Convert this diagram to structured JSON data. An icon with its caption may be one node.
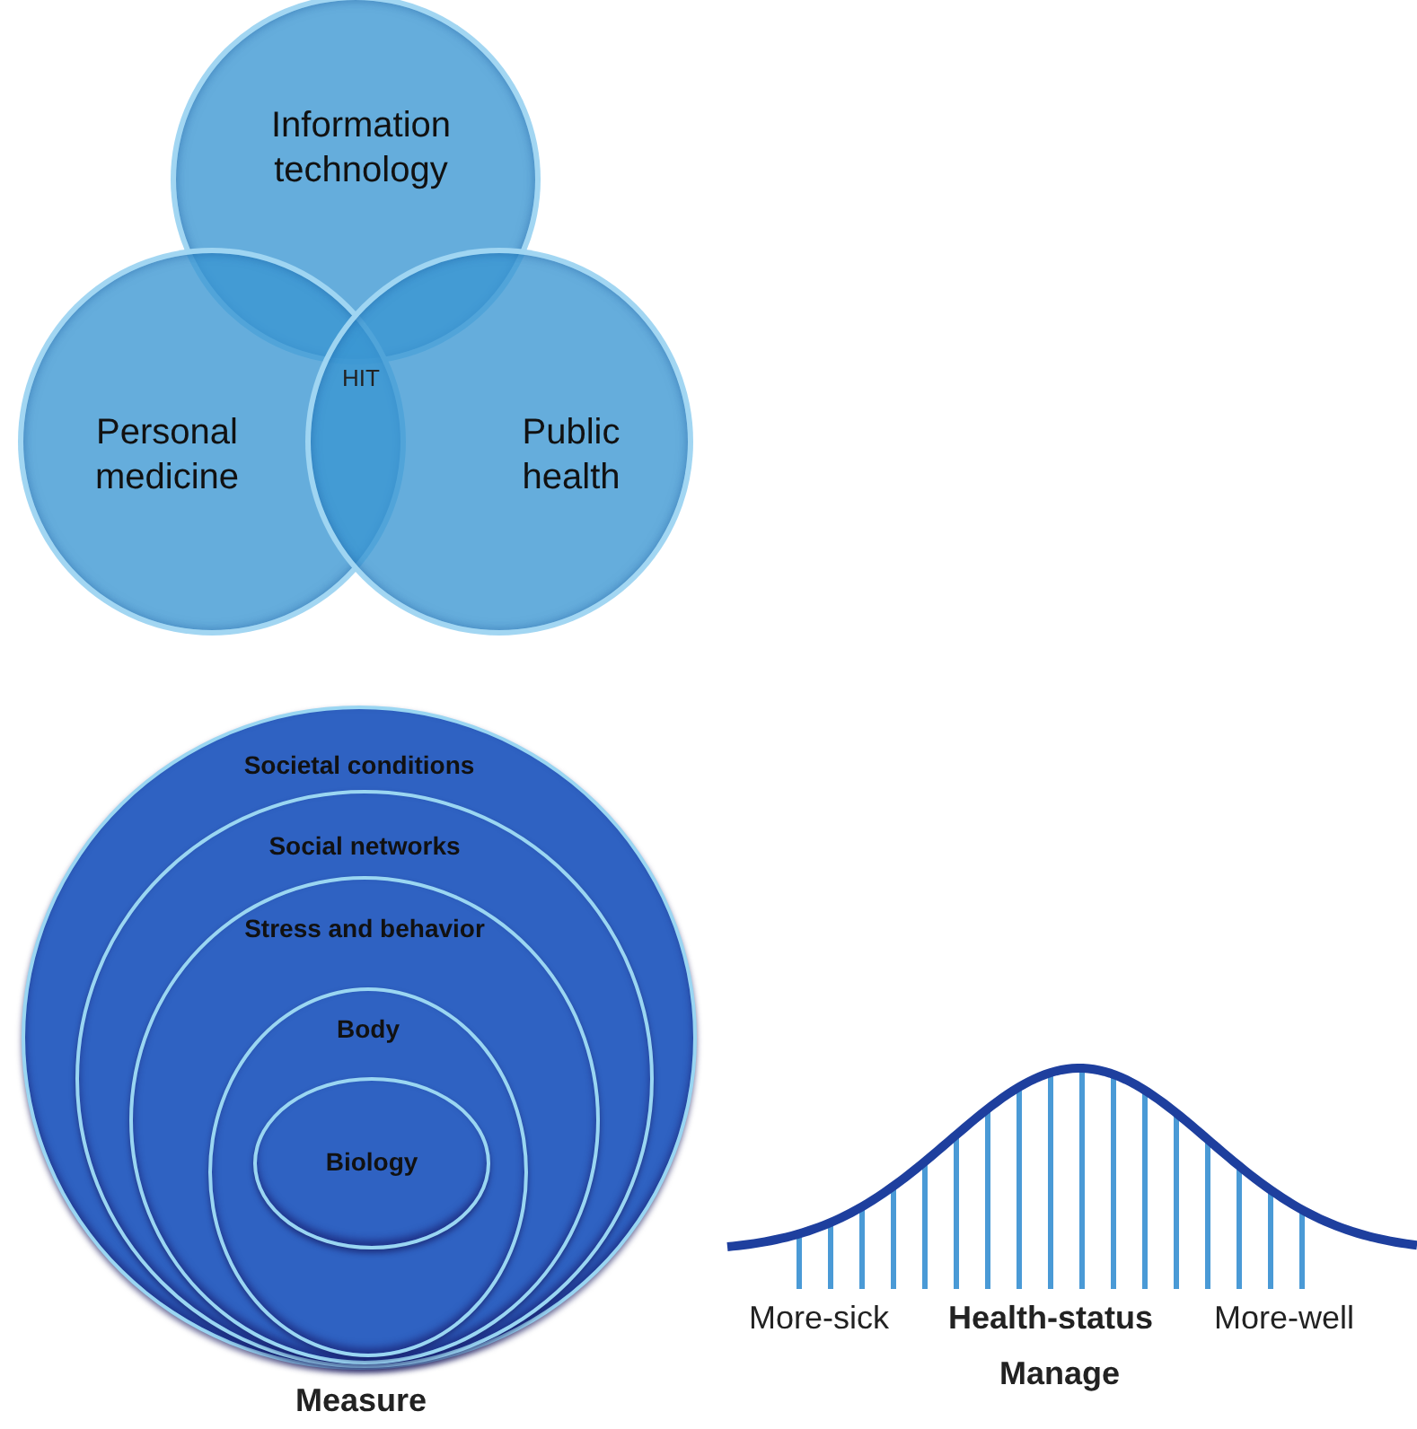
{
  "diagram": {
    "nodes": [
      {
        "text": [
          "Information technology"
        ]
      },
      {
        "text": [
          "Personal medicine"
        ]
      },
      {
        "text": [
          "Public health"
        ]
      },
      {
        "text": [
          "Societal conditions"
        ]
      },
      {
        "text": [
          "Social networks"
        ],
        "in": 3
      },
      {
        "text": [
          "Stress and behavior"
        ],
        "in": 4
      },
      {
        "text": [
          "Body"
        ],
        "in": 5
      },
      {
        "text": [
          "Biology"
        ],
        "in": 6
      }
    ],
    "labels": [
      "HIT",
      "Measure",
      "More-sick",
      "Health-status",
      "More-well",
      "Manage"
    ]
  }
}
